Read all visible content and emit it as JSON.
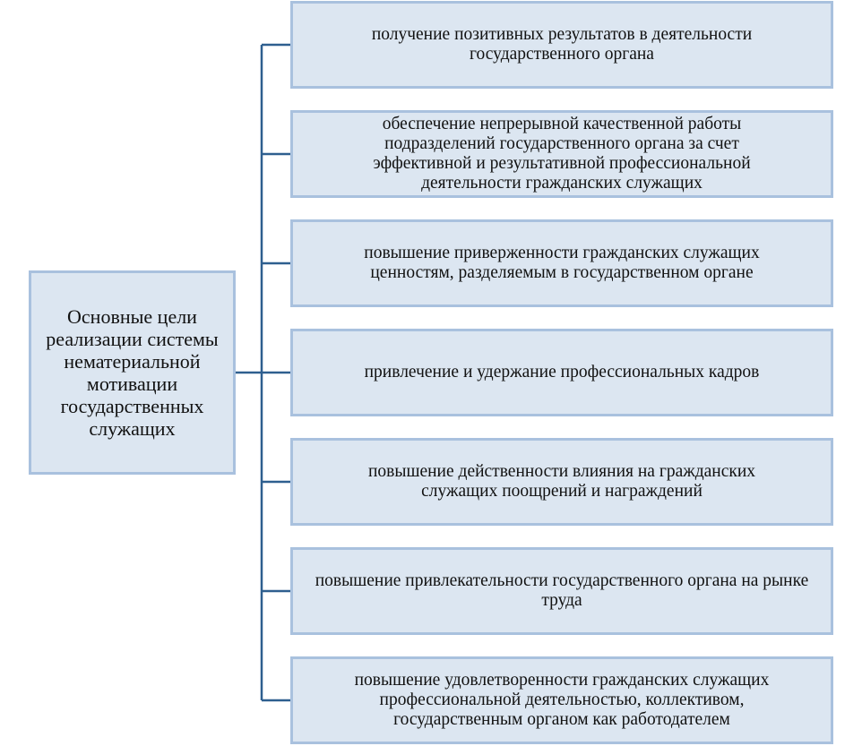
{
  "diagram": {
    "main": {
      "label": "Основные цели реализации системы нематериальной мотивации государственных служащих"
    },
    "goals": [
      {
        "label": "получение позитивных результатов в деятельности государственного органа"
      },
      {
        "label": "обеспечение непрерывной качественной работы подразделений государственного органа за счет эффективной и результативной профессиональной деятельности гражданских служащих"
      },
      {
        "label": "повышение приверженности гражданских служащих ценностям, разделяемым в государственном органе"
      },
      {
        "label": "привлечение и удержание профессиональных кадров"
      },
      {
        "label": "повышение действенности влияния на гражданских служащих поощрений и награждений"
      },
      {
        "label": "повышение привлекательности государственного органа на рынке труда"
      },
      {
        "label": "повышение удовлетворенности гражданских служащих профессиональной деятельностью, коллективом, государственным органом как работодателем"
      }
    ],
    "colors": {
      "box_fill": "#dce6f1",
      "box_border": "#a9c1de",
      "connector": "#2e5f8f"
    }
  }
}
